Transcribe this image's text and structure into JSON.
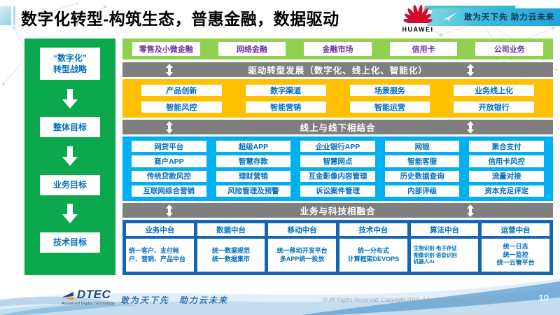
{
  "header": {
    "title": "数字化转型-构筑生态，普惠金融，数据驱动",
    "huawei_label": "HUAWEI",
    "banner_slogan": "敢为天下先 助力云未来"
  },
  "colors": {
    "sidebar_green": "#0ca84d",
    "row_green": "#92d050",
    "purple_text": "#7030a0",
    "gray_bar": "#7f7f7f",
    "yellow": "#ffc000",
    "light_blue": "#00b0f0",
    "dark_blue": "#1565b4",
    "box_text_blue": "#0070c0",
    "huawei_red": "#cf0a2c"
  },
  "sidebar": {
    "items": [
      "“数字化”\n转型战略",
      "整体目标",
      "业务目标",
      "技术目标"
    ]
  },
  "business_row": {
    "items": [
      "零售及小微金融",
      "网络金融",
      "金融市场",
      "信用卡",
      "公司业务"
    ]
  },
  "bars": {
    "bar1": "驱动转型发展（数字化、线上化、智能化）",
    "bar2": "线上与线下相结合",
    "bar3": "业务与科技相融合"
  },
  "digital_section": {
    "rows": [
      [
        "产品创新",
        "数字渠道",
        "场景服务",
        "业务线上化"
      ],
      [
        "智能风控",
        "智能营销",
        "智能运营",
        "开放银行"
      ]
    ]
  },
  "online_section": {
    "rows": [
      [
        "网贷平台",
        "超级APP",
        "企业银行APP",
        "网银",
        "聚合支付"
      ],
      [
        "商户APP",
        "智慧存款",
        "智慧网点",
        "智能客服",
        "信用卡风控"
      ],
      [
        "传统贷款风控",
        "理财营销",
        "互金影像内容管理",
        "历史数据查询",
        "流量对接"
      ],
      [
        "互联网综合营销",
        "风险管理及预警",
        "诉讼案件管理",
        "内部评级",
        "资本充足评定"
      ]
    ]
  },
  "platform_section": {
    "columns": [
      {
        "header": "业务中台",
        "body": "统一客户、支付帐户、营销、产品中台"
      },
      {
        "header": "数据中台",
        "body": "统一数据规范\n统一数据集市"
      },
      {
        "header": "移动中台",
        "body": "统一移动开发平台\n多APP统一投放"
      },
      {
        "header": "技术中台",
        "body": "统一分布式\n计算框架DEVOPS"
      },
      {
        "header": "算法中台",
        "body": "生物识别 电子存证\n图像识别 语音识别\n机器人AI"
      },
      {
        "header": "运营中台",
        "body": "统一日志\n统一监控\n统一云管平台"
      }
    ]
  },
  "footer": {
    "logo_text": "DTEC",
    "logo_subtext": "Advanced Digital Technology",
    "slogan": "敢为天下先　助力云未来",
    "copyright": "© All Rights Reserved. Copyright 2019. Advanced Digital Technology CO.,Ltd",
    "page_number": "10"
  }
}
